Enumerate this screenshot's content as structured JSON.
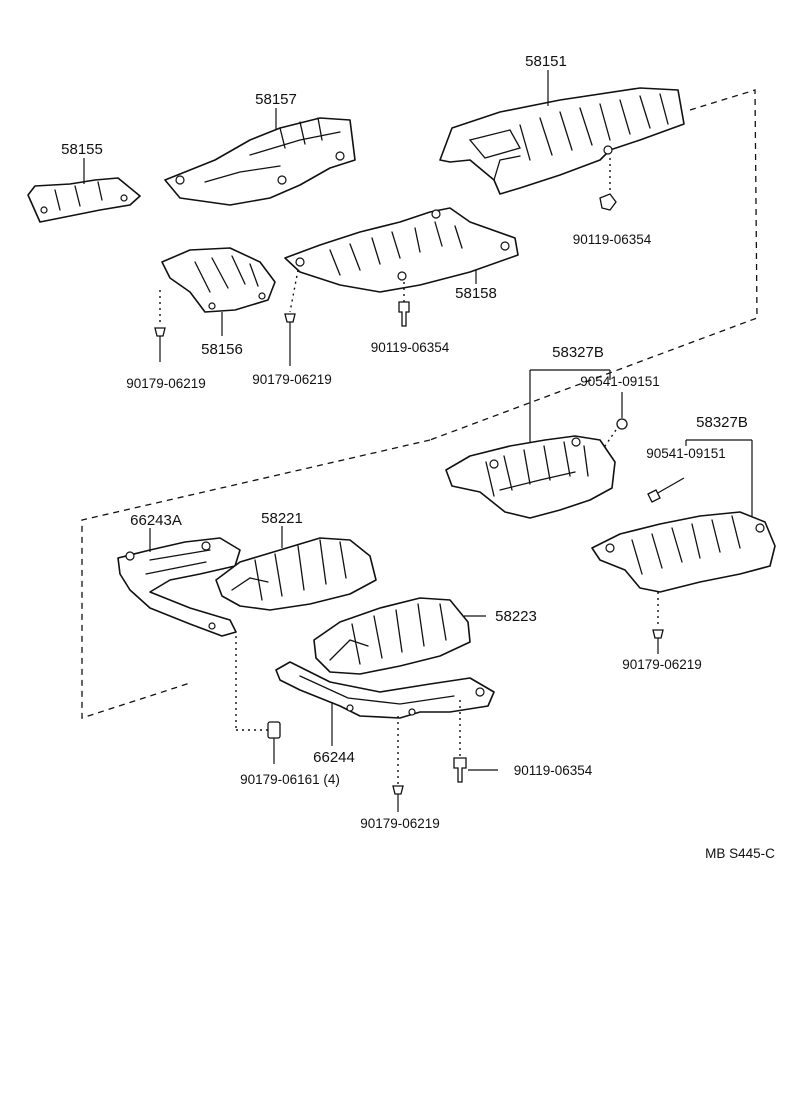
{
  "labels": {
    "p58151": "58151",
    "p58157": "58157",
    "p58155": "58155",
    "p58158": "58158",
    "p58156": "58156",
    "p58327B_a": "58327B",
    "p58327B_b": "58327B",
    "p66243A": "66243A",
    "p58221": "58221",
    "p58223": "58223",
    "p66244": "66244",
    "b90119_06354_a": "90119-06354",
    "b90119_06354_b": "90119-06354",
    "b90119_06354_c": "90119-06354",
    "b90179_06219_a": "90179-06219",
    "b90179_06219_b": "90179-06219",
    "b90179_06219_c": "90179-06219",
    "b90179_06219_d": "90179-06219",
    "c90541_09151_a": "90541-09151",
    "c90541_09151_b": "90541-09151",
    "n90179_06161": "90179-06161 (4)"
  },
  "reference_code": "MB S445-C",
  "colors": {
    "line": "#111111",
    "background": "#ffffff"
  }
}
